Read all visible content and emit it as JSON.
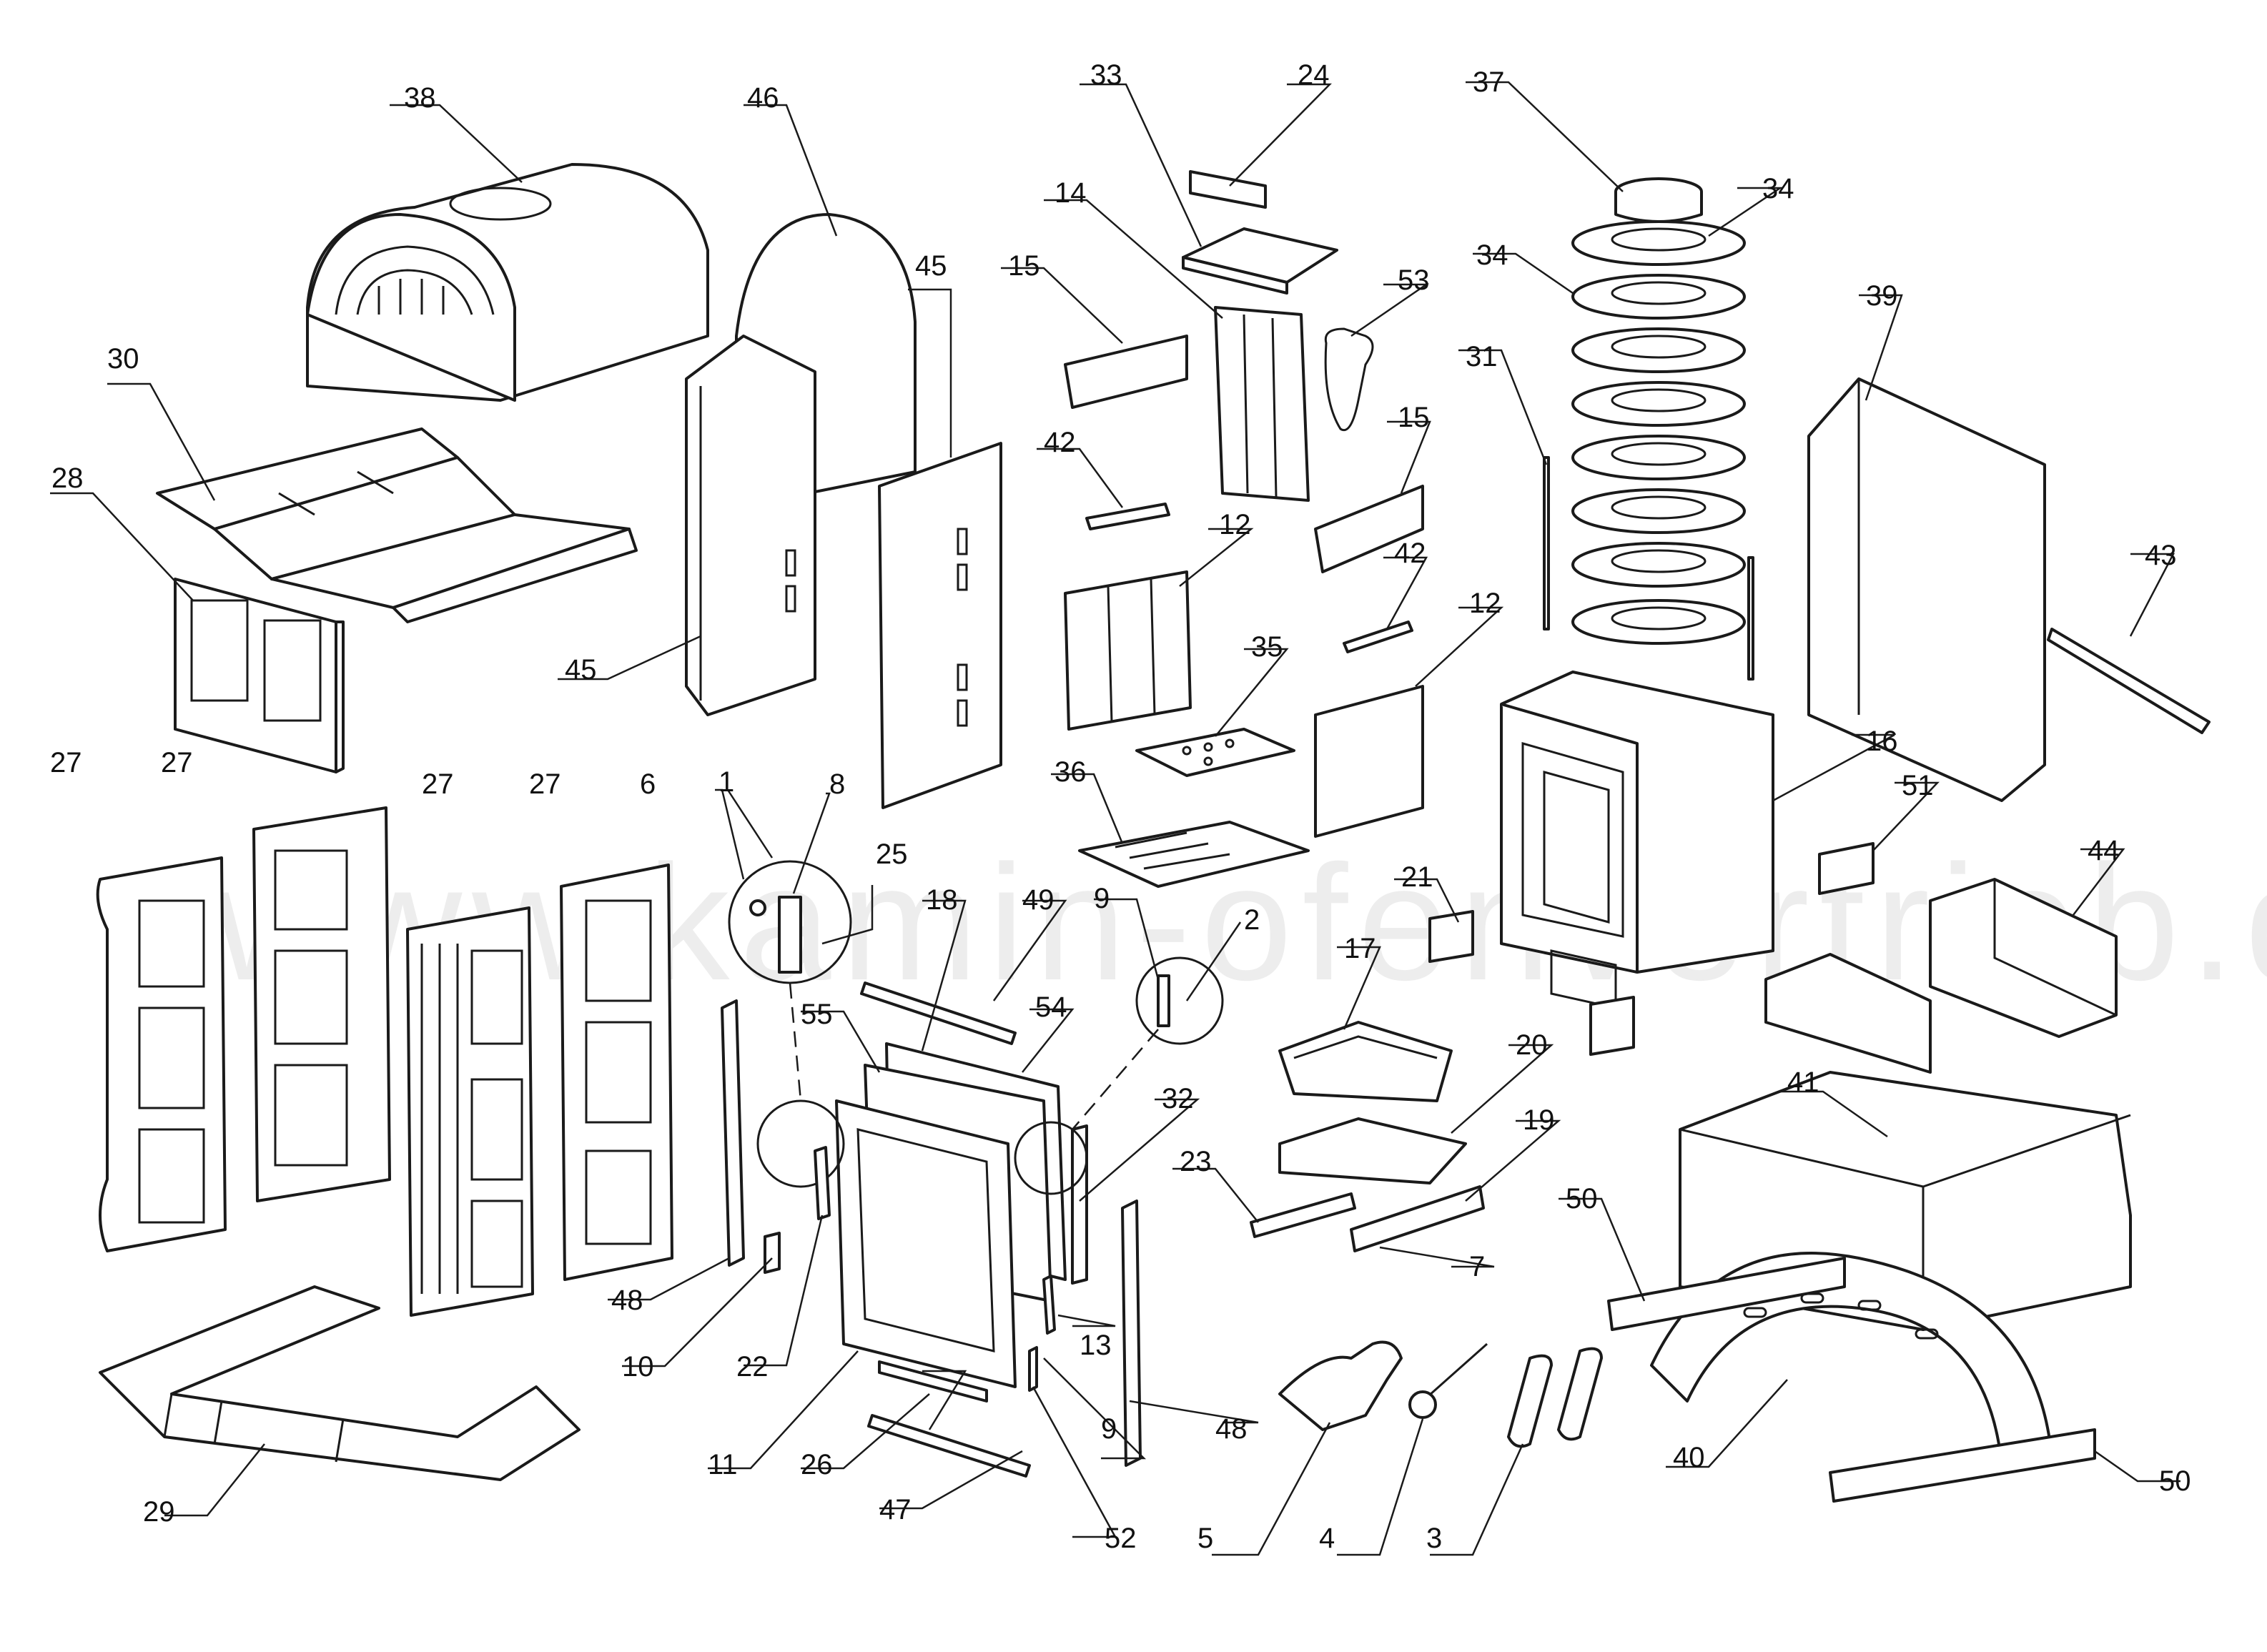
{
  "watermark": "www.kamin-ofenvertrieb.de",
  "colors": {
    "line": "#1a1a1a",
    "background": "#ffffff",
    "watermark": "#000000"
  },
  "callouts": {
    "c1": "1",
    "c2": "2",
    "c3": "3",
    "c4": "4",
    "c5": "5",
    "c6": "6",
    "c7": "7",
    "c8": "8",
    "c9a": "9",
    "c9b": "9",
    "c10": "10",
    "c11": "11",
    "c12a": "12",
    "c12b": "12",
    "c13": "13",
    "c14": "14",
    "c15a": "15",
    "c15b": "15",
    "c16": "16",
    "c17": "17",
    "c18": "18",
    "c19": "19",
    "c20": "20",
    "c21": "21",
    "c22": "22",
    "c23": "23",
    "c24": "24",
    "c25": "25",
    "c26": "26",
    "c27a": "27",
    "c27b": "27",
    "c27c": "27",
    "c27d": "27",
    "c28": "28",
    "c29": "29",
    "c30": "30",
    "c31": "31",
    "c32": "32",
    "c33": "33",
    "c34a": "34",
    "c34b": "34",
    "c35": "35",
    "c36": "36",
    "c37": "37",
    "c38": "38",
    "c39": "39",
    "c40": "40",
    "c41": "41",
    "c42a": "42",
    "c42b": "42",
    "c43": "43",
    "c44": "44",
    "c45a": "45",
    "c45b": "45",
    "c46": "46",
    "c47": "47",
    "c48a": "48",
    "c48b": "48",
    "c49": "49",
    "c50a": "50",
    "c50b": "50",
    "c51": "51",
    "c52": "52",
    "c53": "53",
    "c54": "54",
    "c55": "55"
  }
}
